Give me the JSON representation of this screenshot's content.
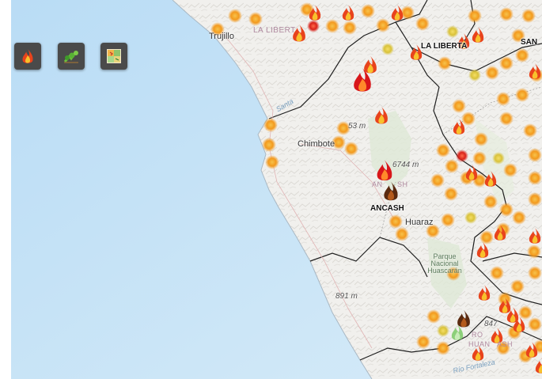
{
  "toolbar": {
    "buttons": [
      {
        "id": "fire",
        "icon": "fire-icon"
      },
      {
        "id": "vegetation",
        "icon": "plant-icon"
      },
      {
        "id": "landcover",
        "icon": "landcover-icon"
      }
    ]
  },
  "labels": {
    "trujillo": "Trujillo",
    "la_libertad_faint": "LA LIBERT",
    "la_libertad": "LA LIBERTA",
    "san": "SAN",
    "chimbote": "Chimbote",
    "ancash": "ANCASH",
    "ancash_faint": "AN",
    "ancash_faint_h": "SH",
    "huaraz": "Huaraz",
    "park": "Parque Nacional Huascarán",
    "elev_53": "53 m",
    "elev_6744": "6744 m",
    "elev_891": "891 m",
    "elev_847": "847",
    "faint_bottom_1": "RO",
    "faint_bottom_2": "HUAN",
    "faint_bottom_3": "ASH",
    "river": "Río Fortaleza",
    "santa": "Santa"
  },
  "colors": {
    "ocean": "#cfe6f7",
    "land": "#f3f2ef",
    "border": "#222222",
    "hotspot": "#f4a020",
    "hotspot_red": "#e23a1e"
  }
}
